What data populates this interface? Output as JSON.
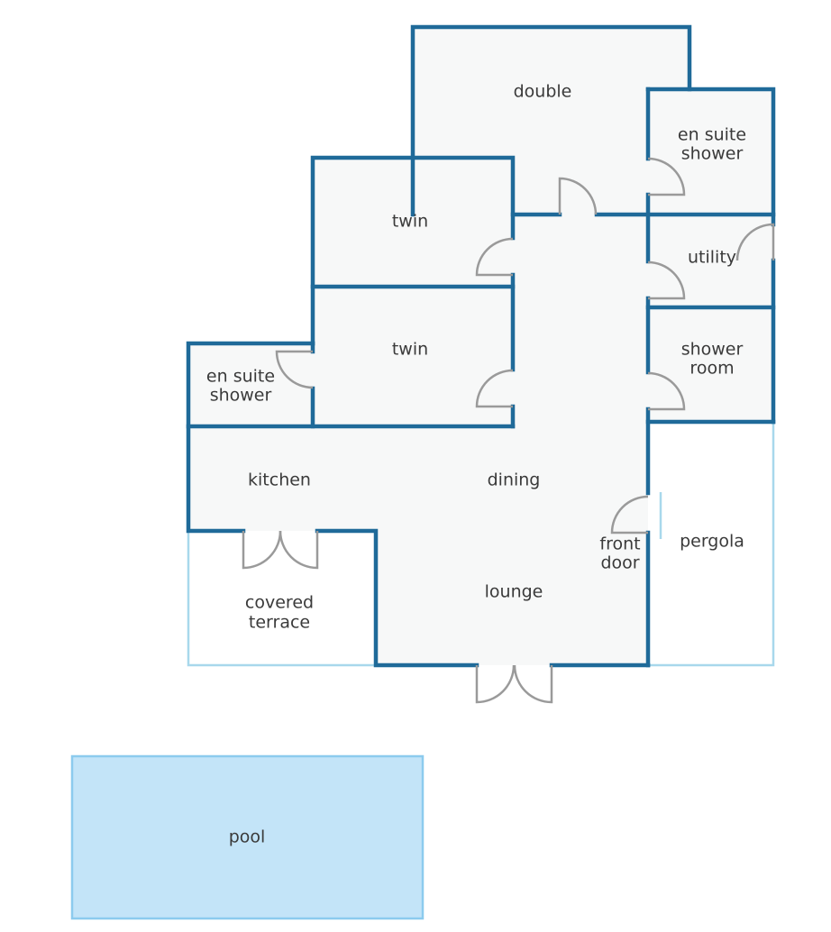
{
  "colors": {
    "wall": "#1f6a99",
    "floor": "#f7f8f8",
    "outdoor_outline": "#a8d8ec",
    "door_arc": "#9a9a9a",
    "pool_fill": "#c3e4f8",
    "pool_stroke": "#8ccbee",
    "text": "#3a3a3a"
  },
  "rooms": {
    "double": "double",
    "en_suite_top_1": "en suite",
    "en_suite_top_2": "shower",
    "twin_upper": "twin",
    "utility": "utility",
    "twin_lower": "twin",
    "en_suite_left_1": "en suite",
    "en_suite_left_2": "shower",
    "shower_room_1": "shower",
    "shower_room_2": "room",
    "kitchen": "kitchen",
    "dining": "dining",
    "front_door_1": "front",
    "front_door_2": "door",
    "pergola": "pergola",
    "lounge": "lounge",
    "covered_terrace_1": "covered",
    "covered_terrace_2": "terrace",
    "pool": "pool"
  }
}
